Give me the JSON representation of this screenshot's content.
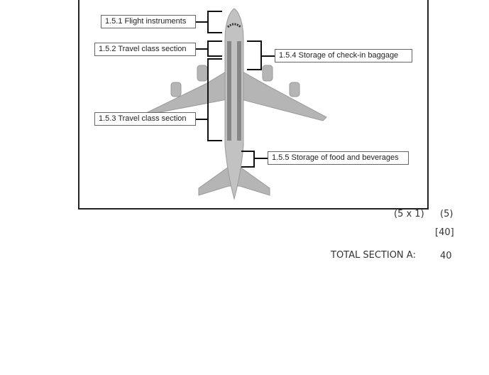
{
  "diagram": {
    "labels": {
      "l151": "1.5.1 Flight instruments",
      "l152": "1.5.2 Travel class section",
      "l153": "1.5.3 Travel class section",
      "l154": "1.5.4 Storage of check-in baggage",
      "l155": "1.5.5 Storage of food and beverages"
    }
  },
  "marks": {
    "subtotal_formula": "(5 x 1)",
    "subtotal": "(5)",
    "section_total_bracket": "[40]",
    "total_label": "TOTAL SECTION A:",
    "total_value": "40"
  }
}
